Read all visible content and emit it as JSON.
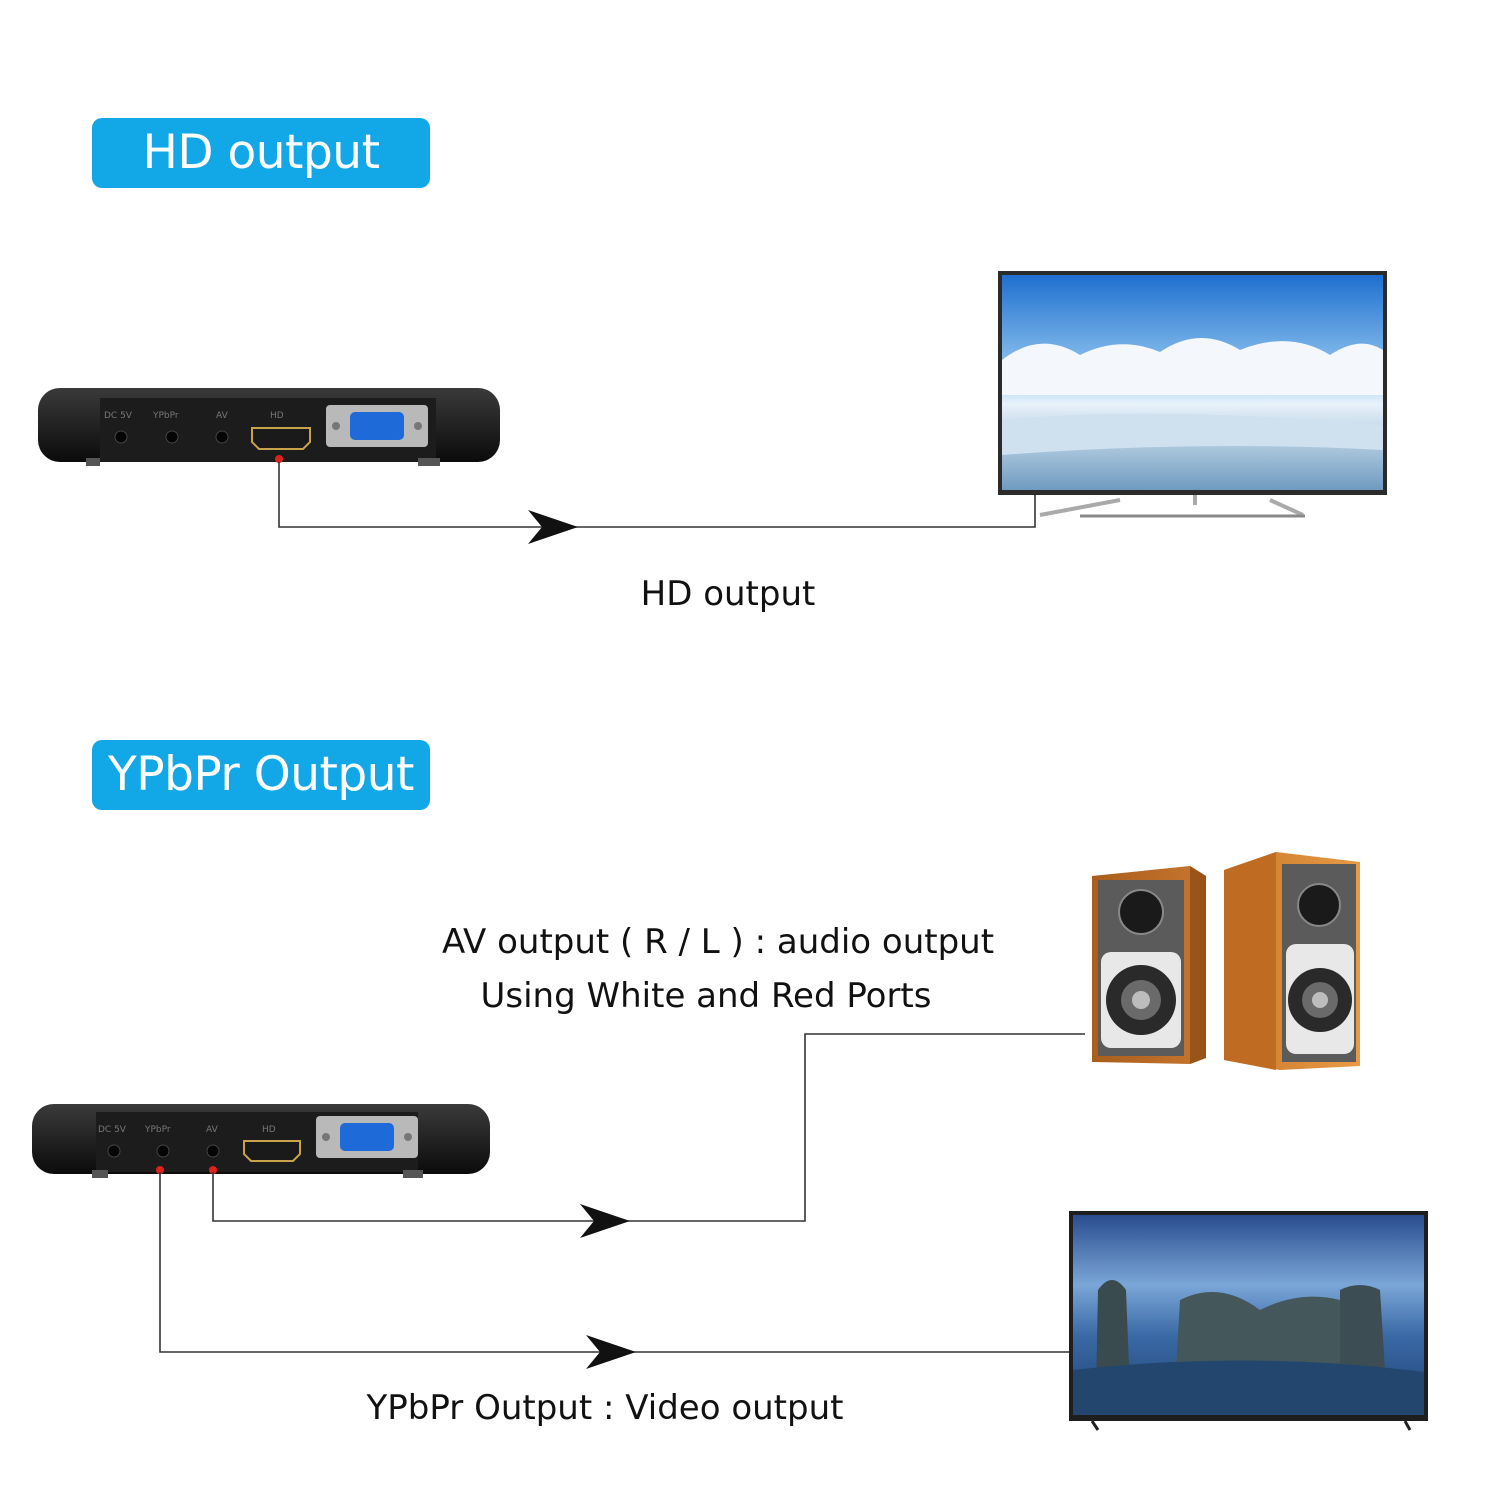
{
  "badges": {
    "hd": "HD output",
    "ypbpr": "YPbPr Output"
  },
  "labels": {
    "hd_connection": "HD output",
    "av_line1": "AV output ( R / L ) : audio output",
    "av_line2": "Using White and Red Ports",
    "ypbpr_connection": "YPbPr Output : Video output"
  },
  "device_ports": [
    "DC 5V",
    "YPbPr",
    "AV",
    "HD"
  ],
  "colors": {
    "badge_bg": "#12a8e8",
    "port_marker": "#e0201a",
    "connector_line": "#333333"
  },
  "icons": [
    "set-top-box",
    "flat-tv",
    "speakers",
    "hdmi-port",
    "vga-port",
    "arrowhead"
  ]
}
